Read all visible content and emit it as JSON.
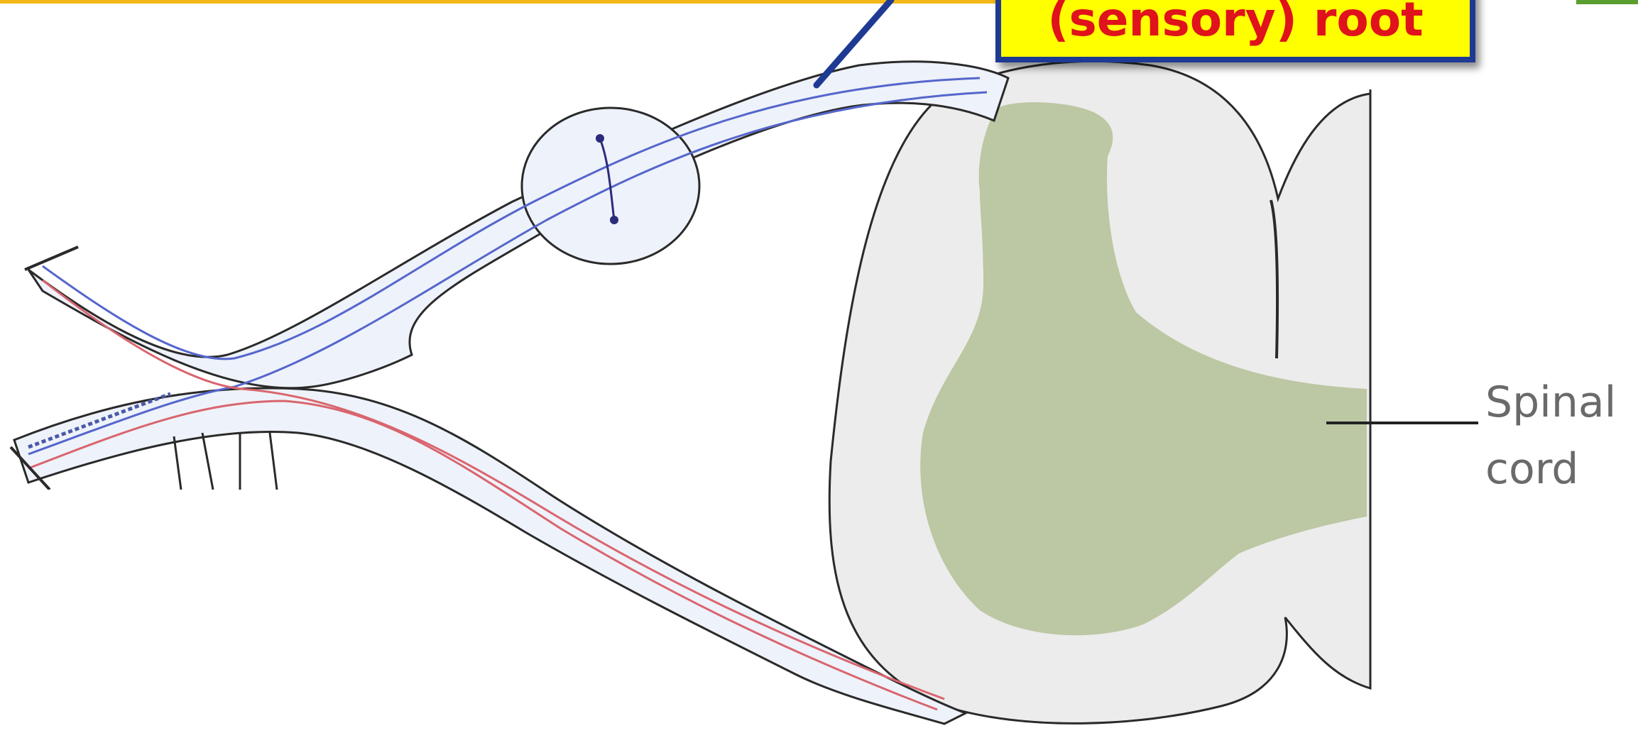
{
  "diagram": {
    "callout": {
      "text": "(sensory) root"
    },
    "spinal_cord_label": {
      "line1": "Spinal",
      "line2": "cord"
    },
    "colors": {
      "top_bar_gold": "#f2b817",
      "top_bar_green": "#5a9e2f",
      "callout_fill": "#ffff00",
      "callout_border": "#1f3a93",
      "callout_text": "#e0121b",
      "pointer_line": "#1f3a93",
      "grey_matter": "#bcc7a3",
      "white_matter": "#ececec",
      "nerve_fill": "#eef2fa",
      "sensory_fiber": "#5566cc",
      "motor_fiber": "#d9656e",
      "outline": "#222222"
    }
  }
}
